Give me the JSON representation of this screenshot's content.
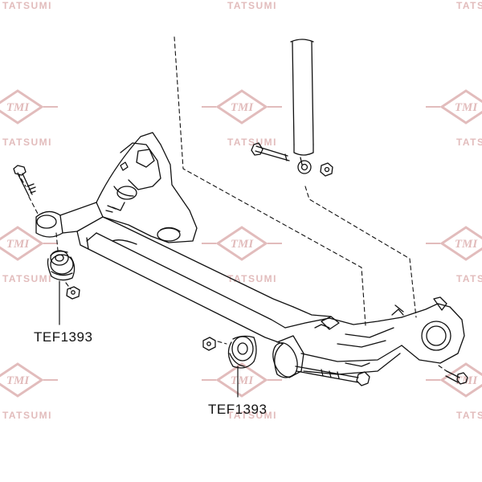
{
  "watermark": {
    "brand": "TATSUMI",
    "logo": "TMI",
    "color": "#e2bcbc"
  },
  "callouts": [
    {
      "label": "TEF1393"
    },
    {
      "label": "TEF1393"
    }
  ],
  "line_color": "#111111"
}
